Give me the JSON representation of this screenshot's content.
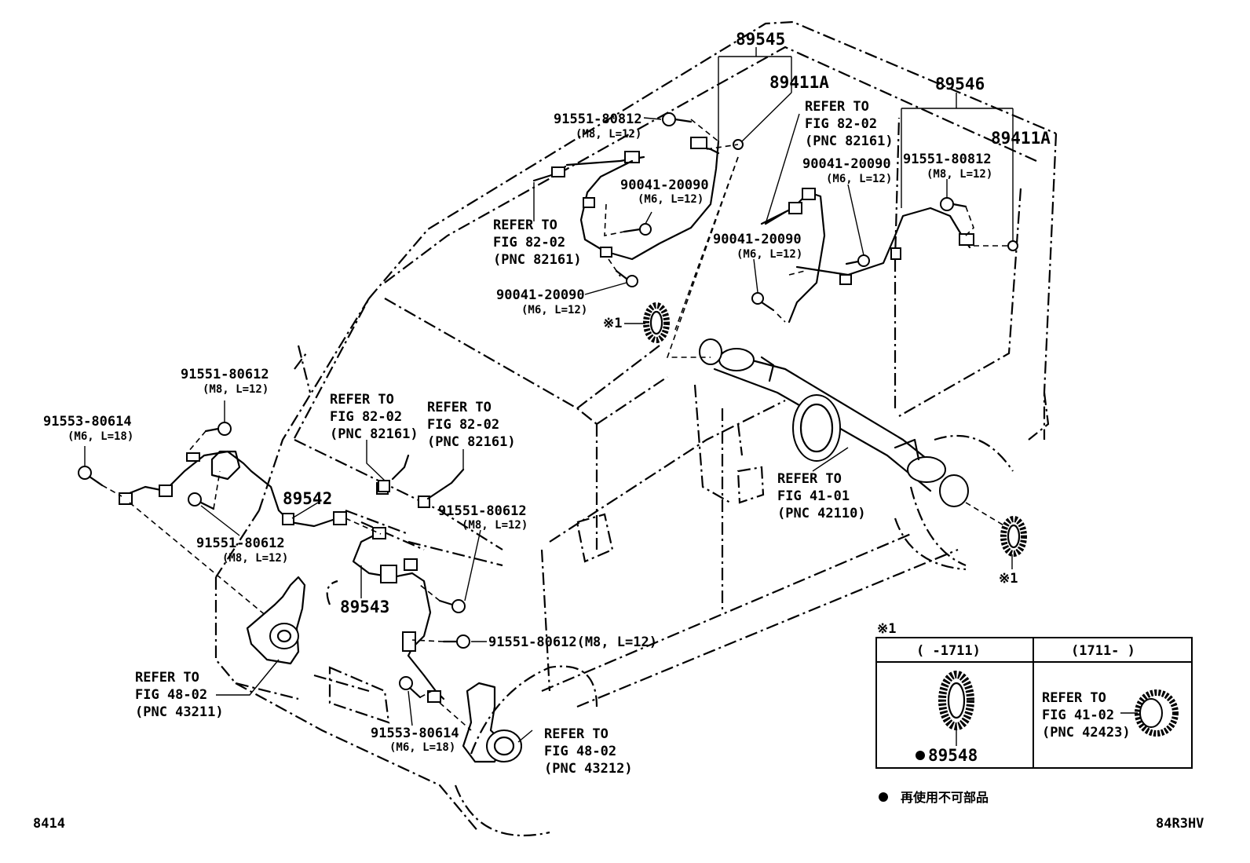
{
  "labels": {
    "p89545": "89545",
    "p89546": "89546",
    "p89411a_l": "89411A",
    "p89411a_r": "89411A",
    "p89542": "89542",
    "p89543": "89543",
    "b_80812_l": "91551-80812",
    "b_80812_l_spec": "(M8, L=12)",
    "b_80812_r": "91551-80812",
    "b_80812_r_spec": "(M8, L=12)",
    "b_20090_a": "90041-20090",
    "b_20090_a_spec": "(M6, L=12)",
    "b_20090_b": "90041-20090",
    "b_20090_b_spec": "(M6, L=12)",
    "b_20090_c": "90041-20090",
    "b_20090_c_spec": "(M6, L=12)",
    "b_20090_d": "90041-20090",
    "b_20090_d_spec": "(M6, L=12)",
    "b_80612_a": "91551-80612",
    "b_80612_a_spec": "(M8, L=12)",
    "b_80612_b": "91551-80612",
    "b_80612_b_spec": "(M8, L=12)",
    "b_80612_c": "91551-80612",
    "b_80612_c_spec": "(M8, L=12)",
    "b_80612_d": "91551-80612(M8, L=12)",
    "b_80614_a": "91553-80614",
    "b_80614_a_spec": "(M6, L=18)",
    "b_80614_b": "91553-80614",
    "b_80614_b_spec": "(M6, L=18)",
    "ref_82_a": [
      "REFER TO",
      "FIG 82-02",
      "(PNC 82161)"
    ],
    "ref_82_b": [
      "REFER TO",
      "FIG 82-02",
      "(PNC 82161)"
    ],
    "ref_82_c": [
      "REFER TO",
      "FIG 82-02",
      "(PNC 82161)"
    ],
    "ref_82_d": [
      "REFER TO",
      "FIG 82-02",
      "(PNC 82161)"
    ],
    "ref_41_01": [
      "REFER TO",
      "FIG 41-01",
      "(PNC 42110)"
    ],
    "ref_48_l": [
      "REFER TO",
      "FIG 48-02",
      "(PNC 43211)"
    ],
    "ref_48_r": [
      "REFER TO",
      "FIG 48-02",
      "(PNC 43212)"
    ],
    "mark1_a": "※1",
    "mark1_b": "※1",
    "footer_left": "8414",
    "footer_right": "84R3HV"
  },
  "inset": {
    "mark": "※1",
    "col_left": "(   -1711)",
    "col_right": "(1711-   )",
    "part_left": "89548",
    "ref_right": [
      "REFER TO",
      "FIG 41-02",
      "(PNC 42423)"
    ]
  },
  "legend": {
    "text": "再使用不可部品"
  }
}
